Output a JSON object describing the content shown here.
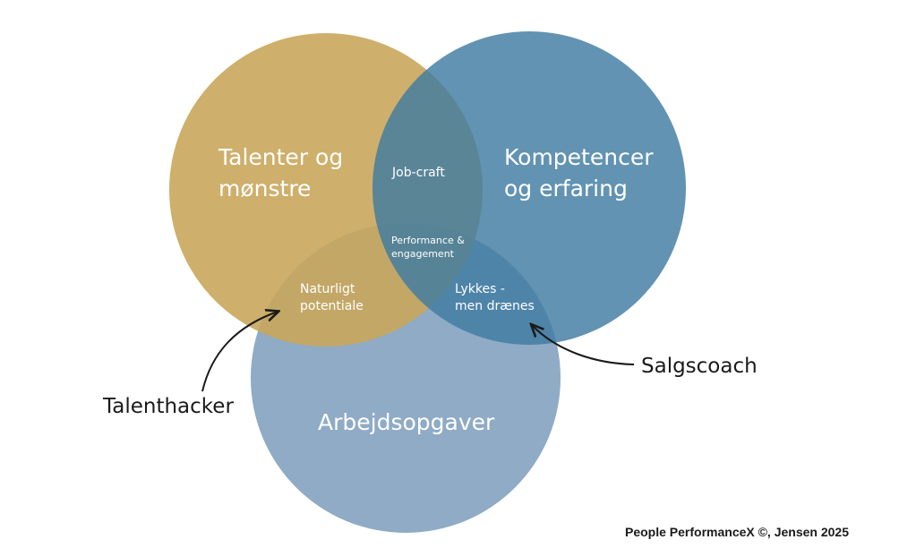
{
  "circles": {
    "talents": {
      "line1": "Talenter og",
      "line2": "mønstre",
      "color": "#C9A65B"
    },
    "competences": {
      "line1": "Kompetencer",
      "line2": "og erfaring",
      "color": "#3F7BA1"
    },
    "tasks": {
      "line1": "Arbejdsopgaver",
      "color": "#7F9FBD"
    }
  },
  "overlaps": {
    "talents_competences": "Job-craft",
    "center": {
      "line1": "Performance &",
      "line2": "engagement"
    },
    "talents_tasks": {
      "line1": "Naturligt",
      "line2": "potentiale"
    },
    "competences_tasks": {
      "line1": "Lykkes -",
      "line2": "men drænes"
    }
  },
  "callouts": {
    "left": "Talenthacker",
    "right": "Salgscoach"
  },
  "footer": {
    "credit": "People PerformanceX ©, Jensen 2025"
  }
}
